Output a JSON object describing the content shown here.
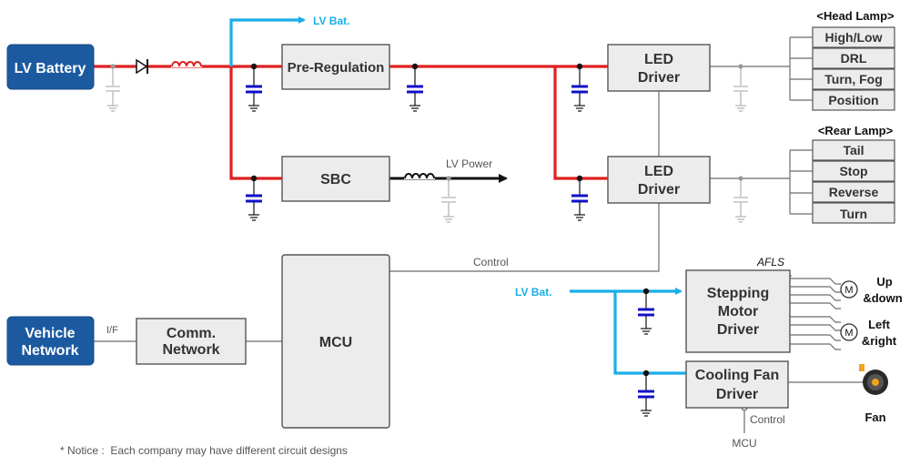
{
  "blocks": {
    "lv_battery": "LV Battery",
    "vehicle_network": [
      "Vehicle",
      "Network"
    ],
    "pre_regulation": "Pre-Regulation",
    "sbc": "SBC",
    "led_driver_1": [
      "LED",
      "Driver"
    ],
    "led_driver_2": [
      "LED",
      "Driver"
    ],
    "mcu": "MCU",
    "comm_network": [
      "Comm.",
      "Network"
    ],
    "stepping_motor_driver": [
      "Stepping",
      "Motor",
      "Driver"
    ],
    "cooling_fan_driver": [
      "Cooling Fan",
      "Driver"
    ]
  },
  "labels": {
    "lv_bat_top": "LV Bat.",
    "lv_bat_mid": "LV Bat.",
    "lv_power": "LV Power",
    "control_main": "Control",
    "control_fan": "Control",
    "mcu_bottom": "MCU",
    "i_f": "I/F",
    "afls": "AFLS",
    "notice": "* Notice :  Each company may have different circuit designs"
  },
  "head_lamp": {
    "title": "<Head Lamp>",
    "items": [
      "High/Low",
      "DRL",
      "Turn, Fog",
      "Position"
    ]
  },
  "rear_lamp": {
    "title": "<Rear Lamp>",
    "items": [
      "Tail",
      "Stop",
      "Reverse",
      "Turn"
    ]
  },
  "motors": {
    "symbol": "M",
    "up_down": [
      "Up",
      "&down"
    ],
    "left_right": [
      "Left",
      "&right"
    ]
  },
  "fan_label": "Fan",
  "colors": {
    "power_line": "#e02020",
    "lv_bat_line": "#19aeea",
    "block_blue": "#1c5aa0",
    "block_grey": "#ececec",
    "capacitor": "#1010c8"
  }
}
